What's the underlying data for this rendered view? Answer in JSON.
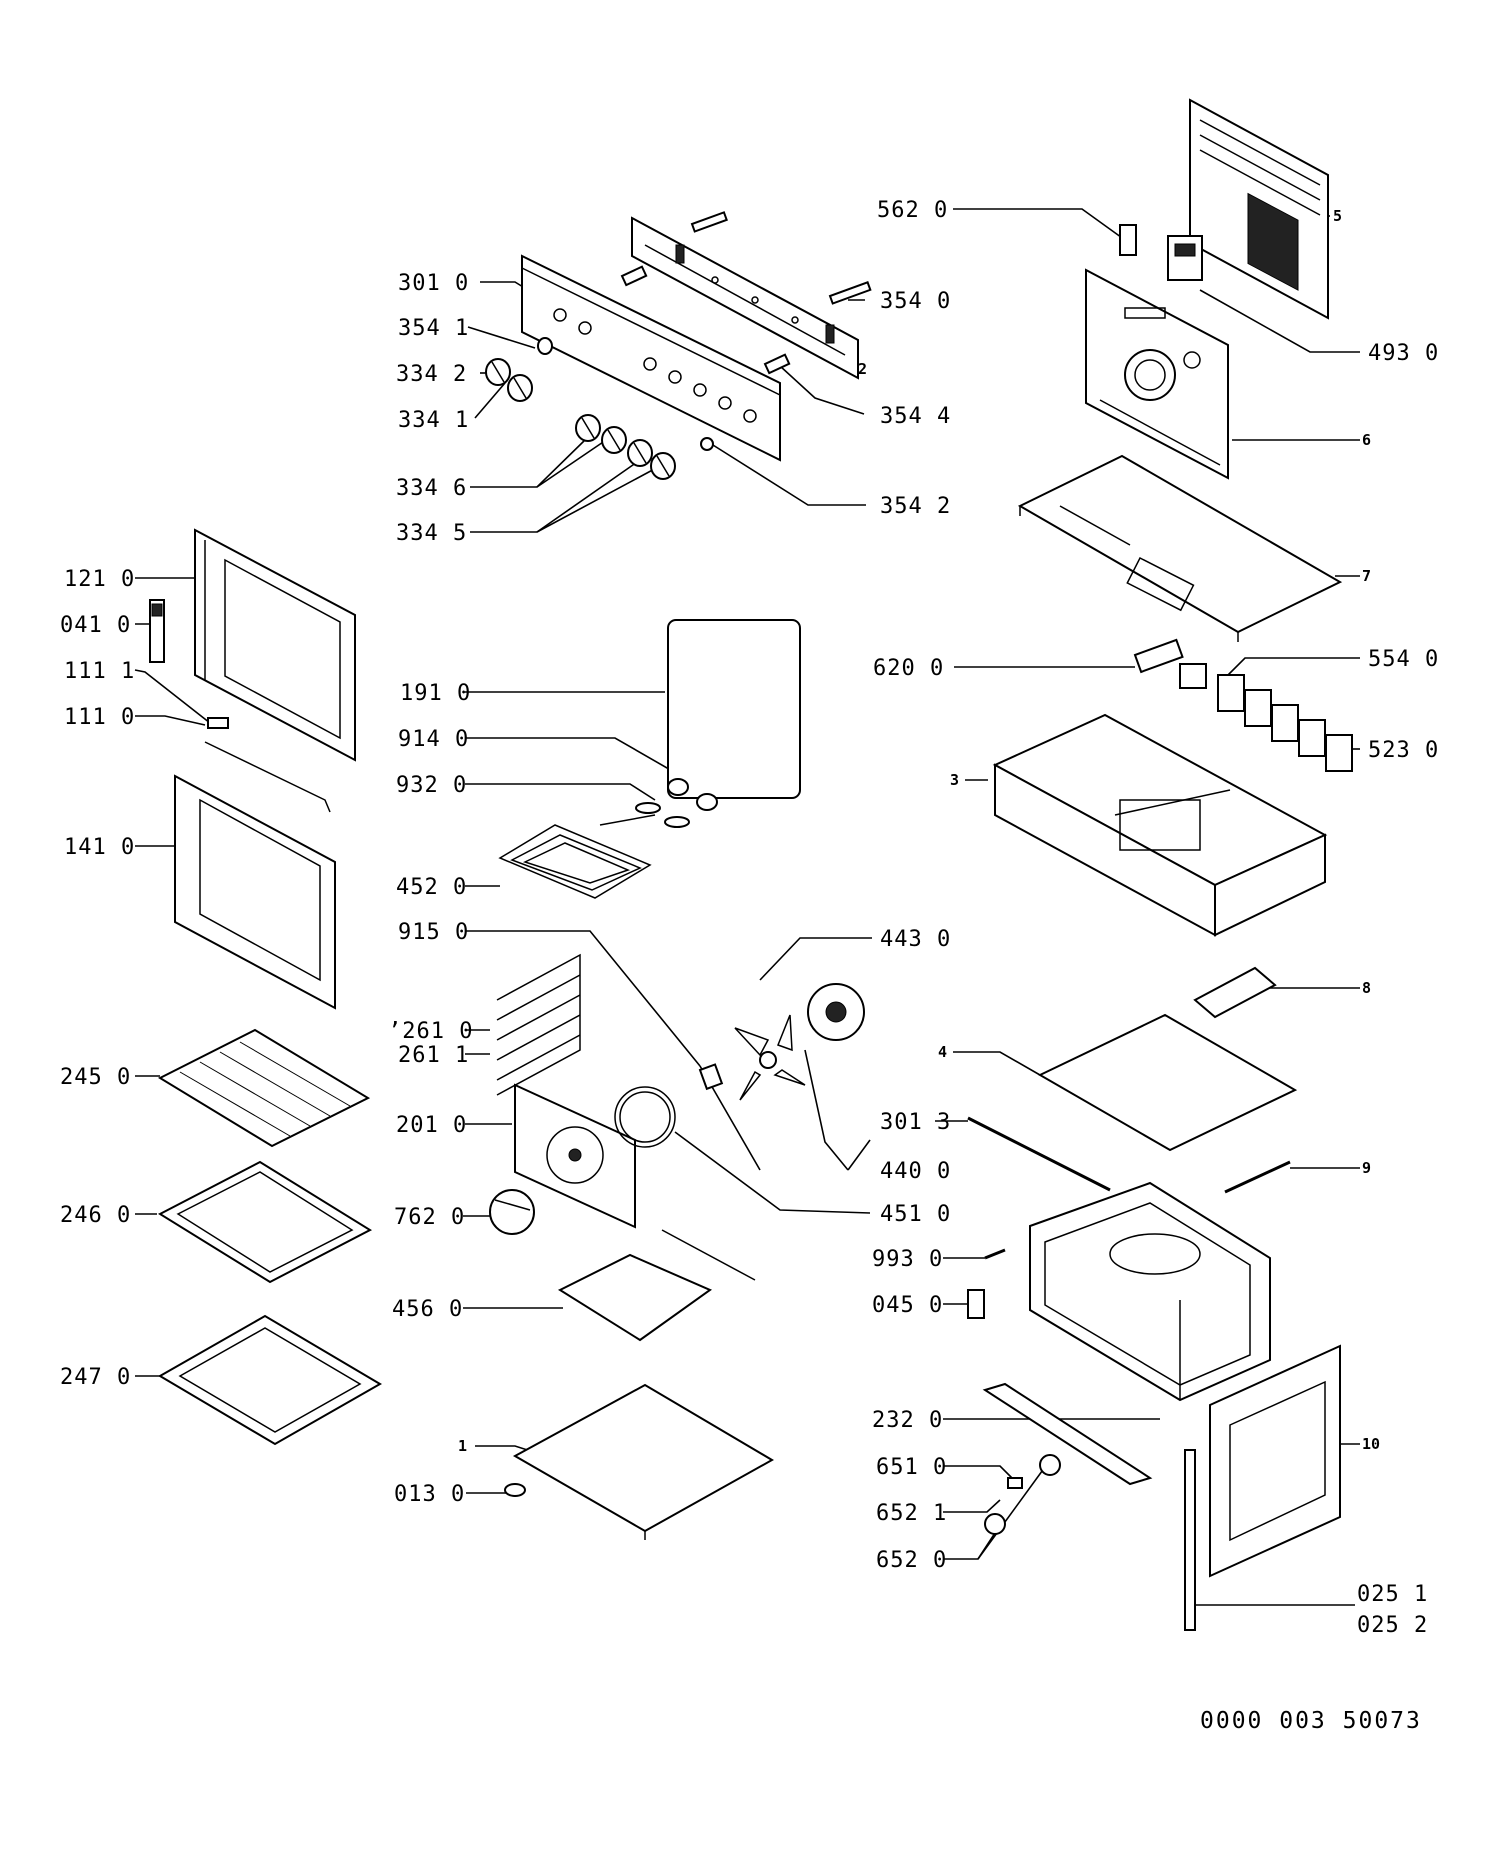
{
  "document_number": "0000 003 50073",
  "callouts": [
    {
      "id": "c-562-0",
      "code": "562",
      "variant": "0"
    },
    {
      "id": "c-354-0",
      "code": "354",
      "variant": "0"
    },
    {
      "id": "c-301-0",
      "code": "301",
      "variant": "0"
    },
    {
      "id": "c-354-1",
      "code": "354",
      "variant": "1"
    },
    {
      "id": "c-334-2",
      "code": "334",
      "variant": "2"
    },
    {
      "id": "c-334-1",
      "code": "334",
      "variant": "1"
    },
    {
      "id": "c-354-4",
      "code": "354",
      "variant": "4"
    },
    {
      "id": "c-493-0",
      "code": "493",
      "variant": "0"
    },
    {
      "id": "c-334-6",
      "code": "334",
      "variant": "6"
    },
    {
      "id": "c-334-5",
      "code": "334",
      "variant": "5"
    },
    {
      "id": "c-354-2",
      "code": "354",
      "variant": "2"
    },
    {
      "id": "c-121-0",
      "code": "121",
      "variant": "0"
    },
    {
      "id": "c-041-0",
      "code": "041",
      "variant": "0"
    },
    {
      "id": "c-111-1",
      "code": "111",
      "variant": "1"
    },
    {
      "id": "c-111-0",
      "code": "111",
      "variant": "0"
    },
    {
      "id": "c-191-0",
      "code": "191",
      "variant": "0"
    },
    {
      "id": "c-620-0",
      "code": "620",
      "variant": "0"
    },
    {
      "id": "c-554-0",
      "code": "554",
      "variant": "0"
    },
    {
      "id": "c-914-0",
      "code": "914",
      "variant": "0"
    },
    {
      "id": "c-523-0",
      "code": "523",
      "variant": "0"
    },
    {
      "id": "c-932-0",
      "code": "932",
      "variant": "0"
    },
    {
      "id": "c-141-0",
      "code": "141",
      "variant": "0"
    },
    {
      "id": "c-452-0",
      "code": "452",
      "variant": "0"
    },
    {
      "id": "c-915-0",
      "code": "915",
      "variant": "0"
    },
    {
      "id": "c-443-0",
      "code": "443",
      "variant": "0"
    },
    {
      "id": "c-261-0",
      "code": "’261",
      "variant": "0"
    },
    {
      "id": "c-261-1",
      "code": "261",
      "variant": "1"
    },
    {
      "id": "c-245-0",
      "code": "245",
      "variant": "0"
    },
    {
      "id": "c-201-0",
      "code": "201",
      "variant": "0"
    },
    {
      "id": "c-301-3",
      "code": "301",
      "variant": "3"
    },
    {
      "id": "c-440-0",
      "code": "440",
      "variant": "0"
    },
    {
      "id": "c-246-0",
      "code": "246",
      "variant": "0"
    },
    {
      "id": "c-762-0",
      "code": "762",
      "variant": "0"
    },
    {
      "id": "c-451-0",
      "code": "451",
      "variant": "0"
    },
    {
      "id": "c-993-0",
      "code": "993",
      "variant": "0"
    },
    {
      "id": "c-456-0",
      "code": "456",
      "variant": "0"
    },
    {
      "id": "c-045-0",
      "code": "045",
      "variant": "0"
    },
    {
      "id": "c-247-0",
      "code": "247",
      "variant": "0"
    },
    {
      "id": "c-232-0",
      "code": "232",
      "variant": "0"
    },
    {
      "id": "c-651-0",
      "code": "651",
      "variant": "0"
    },
    {
      "id": "c-013-0",
      "code": "013",
      "variant": "0"
    },
    {
      "id": "c-652-1",
      "code": "652",
      "variant": "1"
    },
    {
      "id": "c-652-0",
      "code": "652",
      "variant": "0"
    },
    {
      "id": "c-025-1",
      "code": "025",
      "variant": "1"
    },
    {
      "id": "c-025-2",
      "code": "025",
      "variant": "2"
    }
  ],
  "position_numbers": [
    "5",
    "2",
    "6",
    "7",
    "3",
    "8",
    "4",
    "9",
    "10",
    "1"
  ]
}
